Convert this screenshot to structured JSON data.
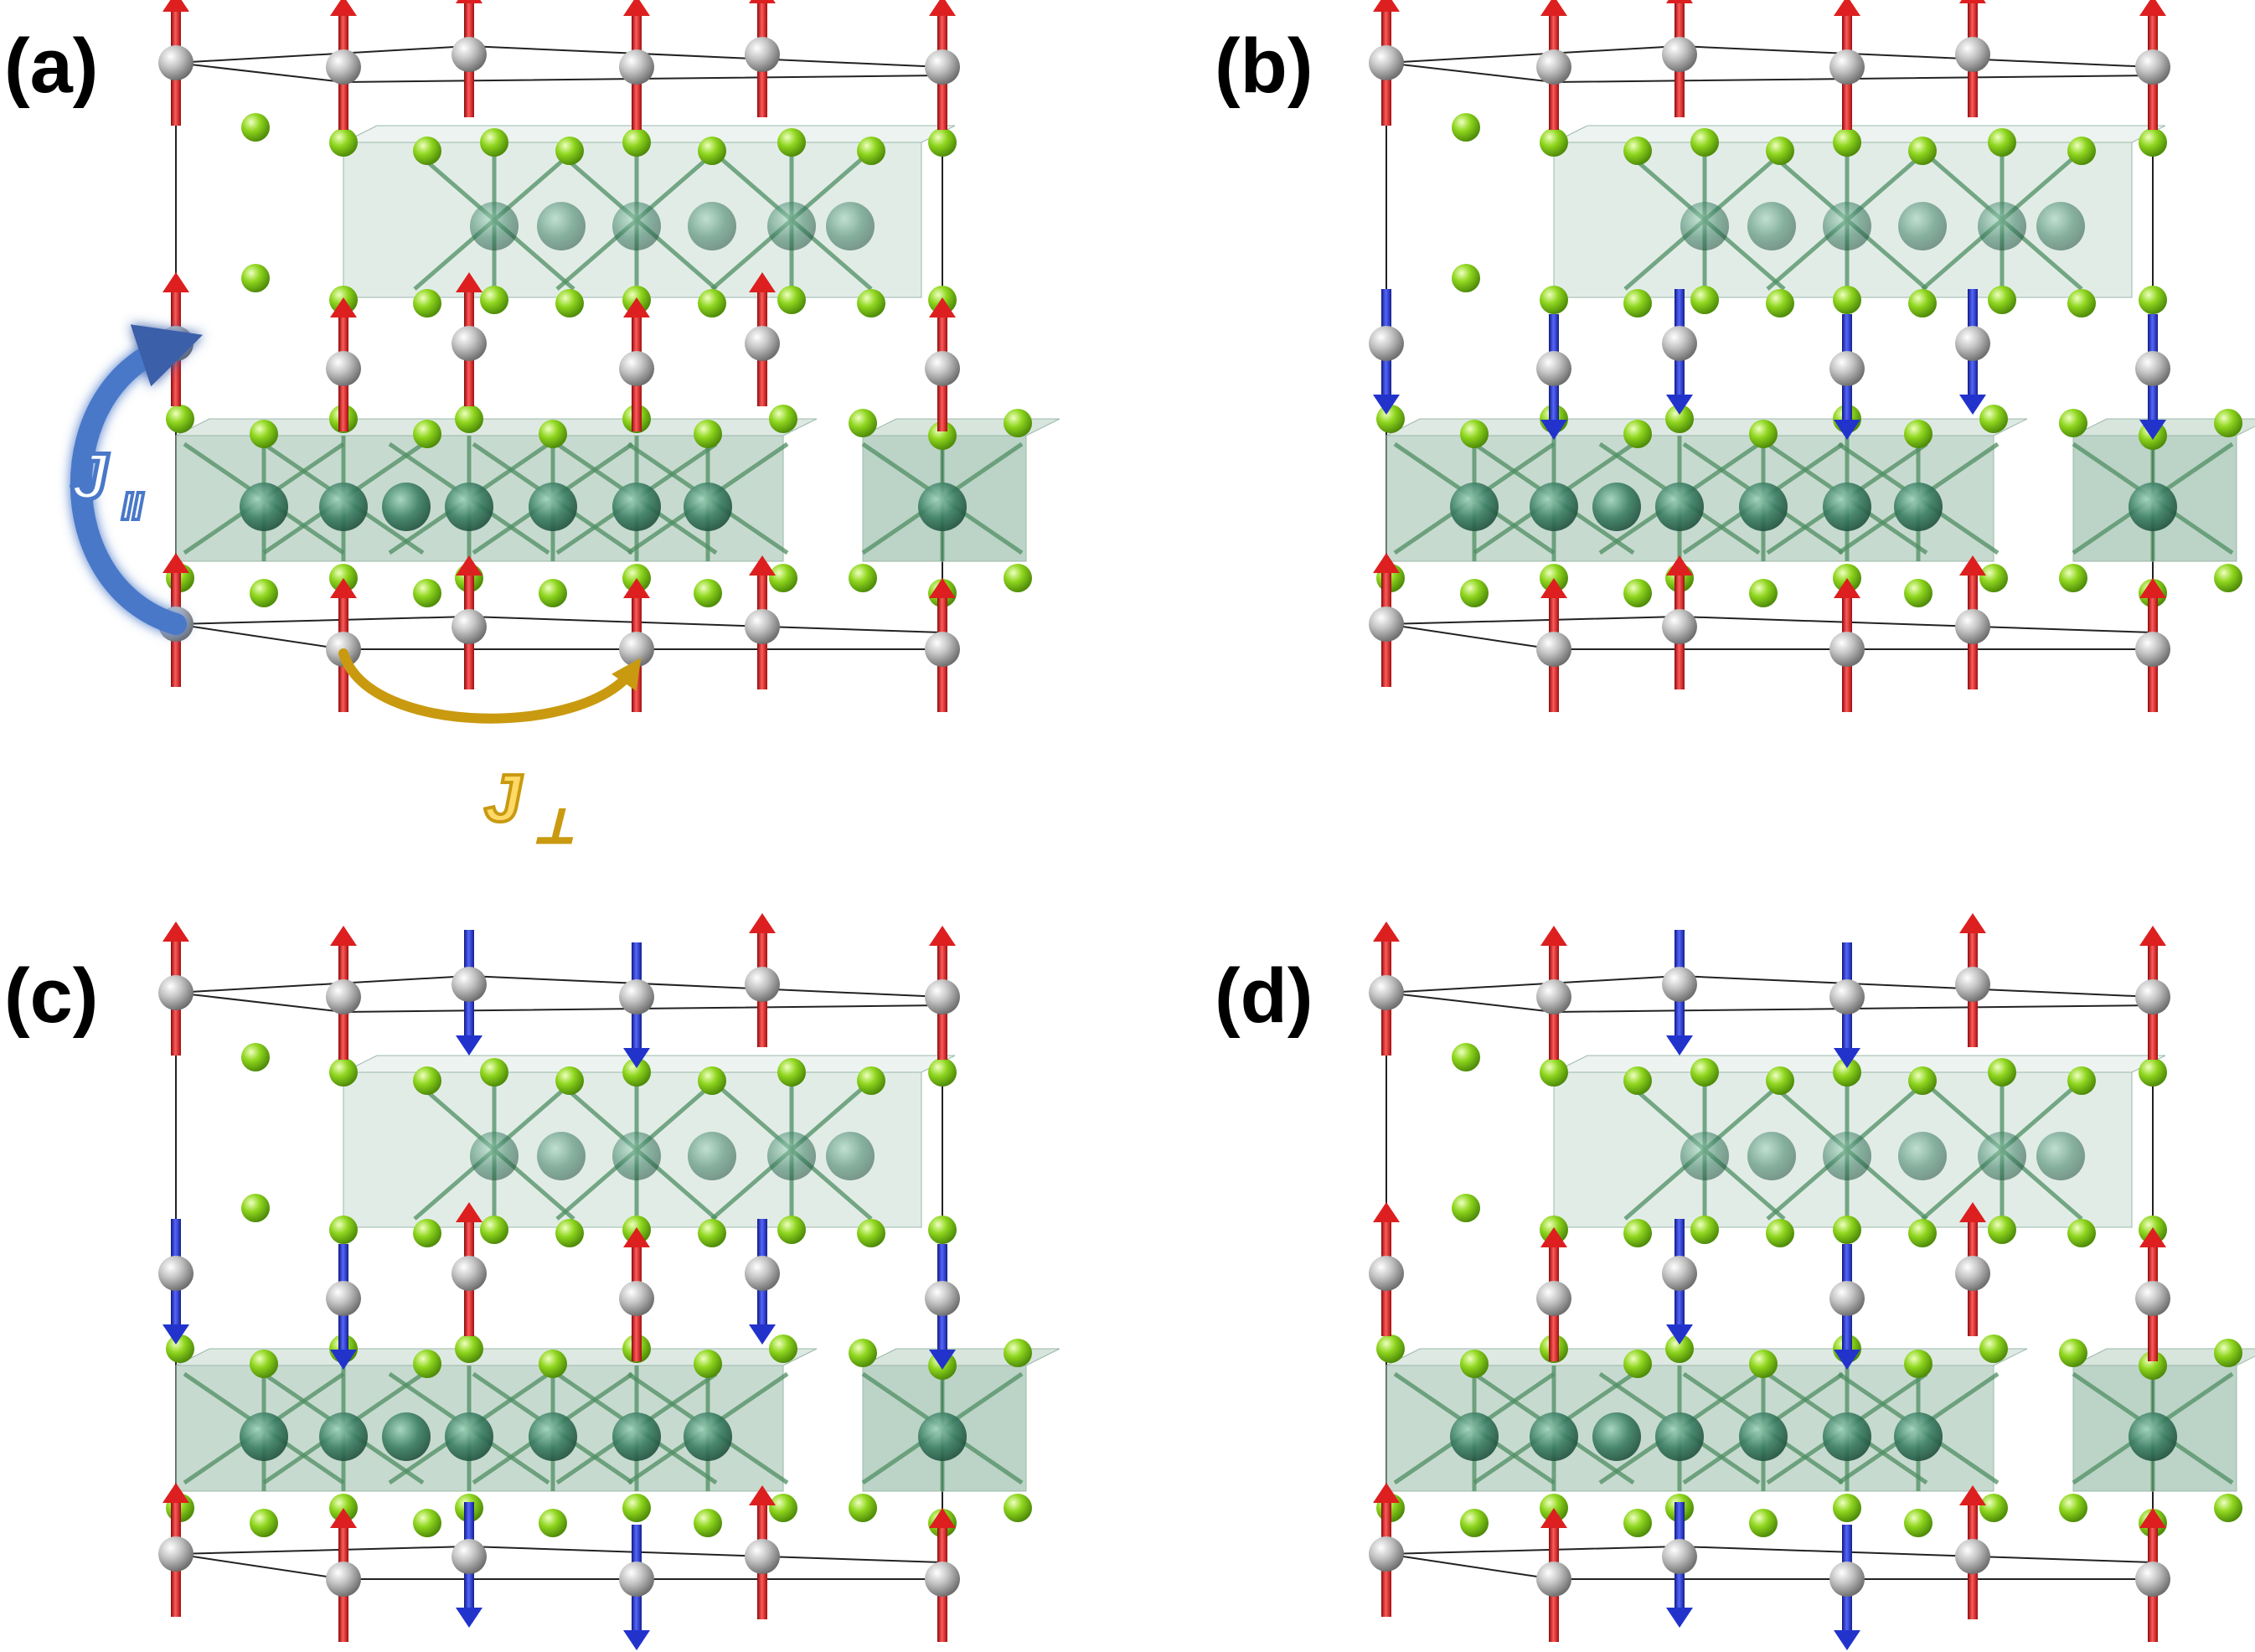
{
  "figure": {
    "colors": {
      "spin_up": "#dd1f1f",
      "spin_down": "#2233cc",
      "magnetic_ion": "#b9b9b9",
      "ligand": "#8fd61e",
      "octahedron_fill": "#7aa890",
      "central_ion": "#3b7e63",
      "j_parallel": "#4a78c8",
      "j_perp": "#c99a10",
      "cell_edge": "#222222"
    },
    "panels": [
      {
        "label": "(a)",
        "spins": {
          "upper": [
            "up",
            "up",
            "up",
            "up",
            "up",
            "up"
          ],
          "lower": [
            "up",
            "up",
            "up",
            "up",
            "up",
            "up"
          ],
          "bottom": [
            "up",
            "up",
            "up",
            "up",
            "up",
            "up"
          ]
        },
        "annotations": {
          "j_parallel": "J",
          "j_parallel_sub": "II",
          "j_perp": "J",
          "j_perp_sub": "⊥"
        }
      },
      {
        "label": "(b)",
        "spins": {
          "upper": [
            "up",
            "up",
            "up",
            "up",
            "up",
            "up"
          ],
          "lower": [
            "down",
            "down",
            "down",
            "down",
            "down",
            "down"
          ],
          "bottom": [
            "up",
            "up",
            "up",
            "up",
            "up",
            "up"
          ]
        }
      },
      {
        "label": "(c)",
        "spins": {
          "upper": [
            "up",
            "up",
            "down",
            "down",
            "up",
            "up"
          ],
          "lower": [
            "down",
            "down",
            "up",
            "up",
            "down",
            "down"
          ],
          "bottom": [
            "up",
            "up",
            "down",
            "down",
            "up",
            "up"
          ]
        }
      },
      {
        "label": "(d)",
        "spins": {
          "upper": [
            "up",
            "up",
            "down",
            "down",
            "up",
            "up"
          ],
          "lower": [
            "up",
            "up",
            "down",
            "down",
            "up",
            "up"
          ],
          "bottom": [
            "up",
            "up",
            "down",
            "down",
            "up",
            "up"
          ]
        }
      }
    ]
  }
}
